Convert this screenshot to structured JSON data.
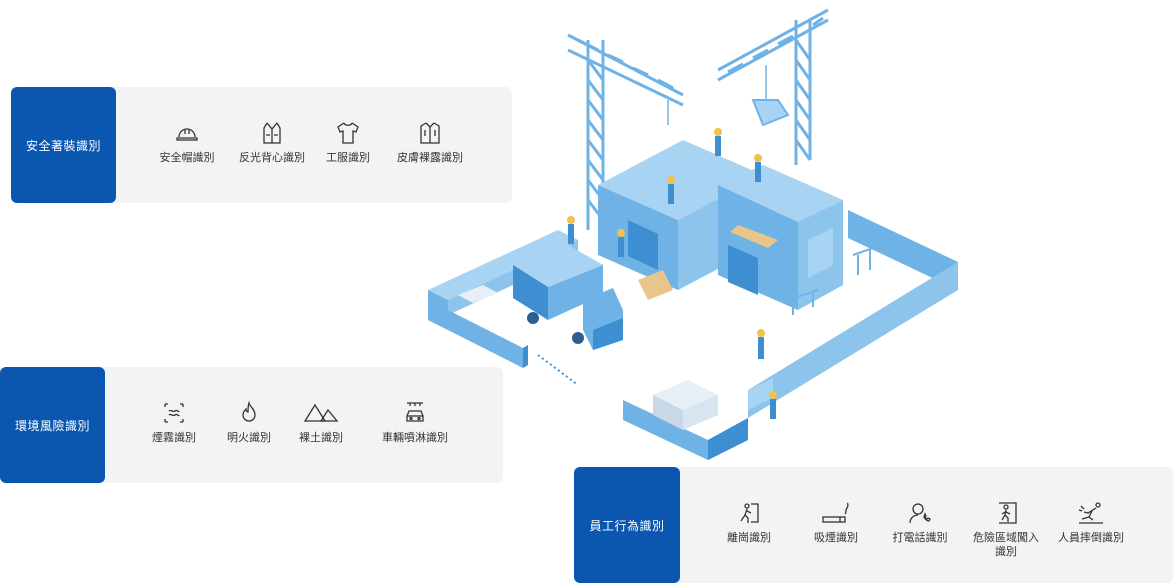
{
  "panels": {
    "safety_wear": {
      "title": "安全著裝識別",
      "items": [
        {
          "label": "安全帽識別",
          "icon": "helmet-icon"
        },
        {
          "label": "反光背心識別",
          "icon": "vest-icon"
        },
        {
          "label": "工服識別",
          "icon": "uniform-icon"
        },
        {
          "label": "皮膚裸露識別",
          "icon": "jacket-icon"
        }
      ]
    },
    "env_risk": {
      "title": "環境風險識別",
      "items": [
        {
          "label": "煙霧識別",
          "icon": "smoke-icon"
        },
        {
          "label": "明火識別",
          "icon": "flame-icon"
        },
        {
          "label": "裸土識別",
          "icon": "soil-icon"
        },
        {
          "label": "車輛噴淋識別",
          "icon": "car-wash-icon"
        }
      ]
    },
    "staff_behavior": {
      "title": "員工行為識別",
      "items": [
        {
          "label": "離崗識別",
          "icon": "leave-post-icon"
        },
        {
          "label": "吸煙識別",
          "icon": "cigarette-icon"
        },
        {
          "label": "打電話識別",
          "icon": "phone-call-icon"
        },
        {
          "label": "危險區域闖入識別",
          "icon": "danger-zone-icon"
        },
        {
          "label": "人員摔倒識別",
          "icon": "fall-icon"
        }
      ]
    }
  },
  "colors": {
    "accent": "#0b57b0",
    "panel_bg": "#f2f3f5",
    "scene_light": "#a9d3f2",
    "scene_mid": "#6fb3e6",
    "scene_dark": "#3d8fd1"
  }
}
